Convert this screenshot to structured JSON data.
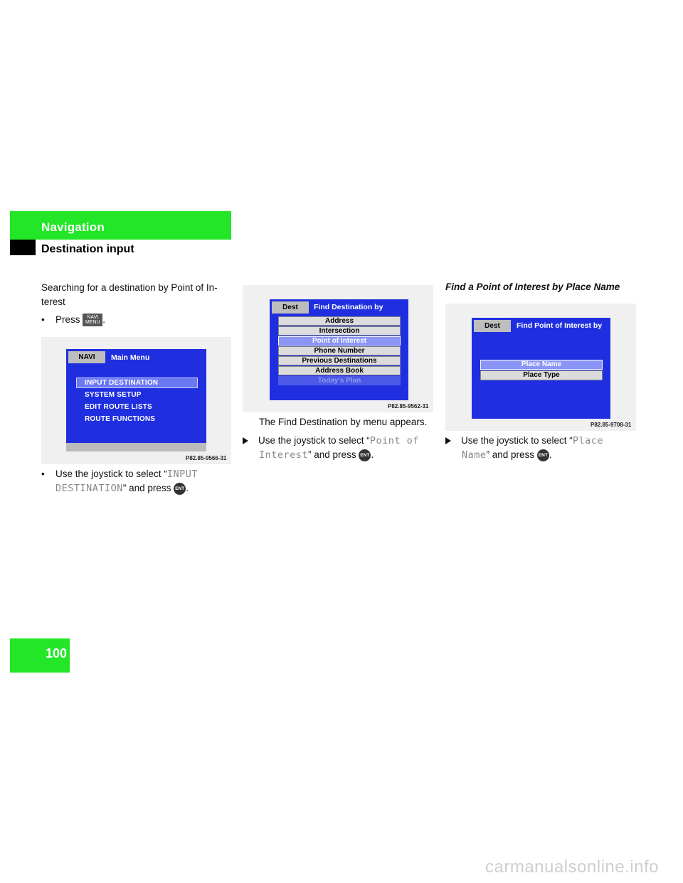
{
  "header": {
    "section": "Navigation",
    "subsection": "Destination input"
  },
  "page_number": "100",
  "col1": {
    "heading": "Searching for a destination by Point of In-",
    "heading2": "terest",
    "step1_prefix": "Press",
    "step1_suffix": ".",
    "navi_key_line1": "NAVI",
    "navi_key_line2": "MENU",
    "step2_prefix": "Use the joystick to select “",
    "step2_value1": "INPUT",
    "step2_value2": "DESTINATION",
    "step2_suffix": "” and press",
    "step2_end": ".",
    "ent_key": "ENT"
  },
  "shot1": {
    "tab": "NAVI",
    "title": "Main Menu",
    "items": [
      "INPUT DESTINATION",
      "SYSTEM SETUP",
      "EDIT ROUTE LISTS",
      "ROUTE FUNCTIONS"
    ],
    "code": "P82.85-9566-31"
  },
  "col2": {
    "caption": "The Find Destination by menu appears.",
    "step_prefix": "Use the joystick to select “",
    "step_value1": "Point of",
    "step_value2": "Interest",
    "step_suffix": "” and press",
    "step_end": ".",
    "ent_key": "ENT"
  },
  "shot2": {
    "tab": "Dest",
    "title": "Find Destination by",
    "items": [
      "Address",
      "Intersection",
      "Point of Interest",
      "Phone Number",
      "Previous Destinations",
      "Address Book",
      "Today's Plan"
    ],
    "code": "P82.85-9562-31"
  },
  "col3": {
    "heading": "Find a Point of Interest by Place Name",
    "step_prefix": "Use the joystick to select “",
    "step_value1": "Place",
    "step_value2": "Name",
    "step_suffix": "” and press",
    "step_end": ".",
    "ent_key": "ENT"
  },
  "shot3": {
    "tab": "Dest",
    "title": "Find Point of Interest by",
    "items": [
      "Place Name",
      "Place Type"
    ],
    "code": "P82.85-9708-31"
  },
  "watermark": "carmanualsonline.info",
  "colors": {
    "accent_green": "#22e627",
    "screen_blue": "#1f2fe0"
  }
}
